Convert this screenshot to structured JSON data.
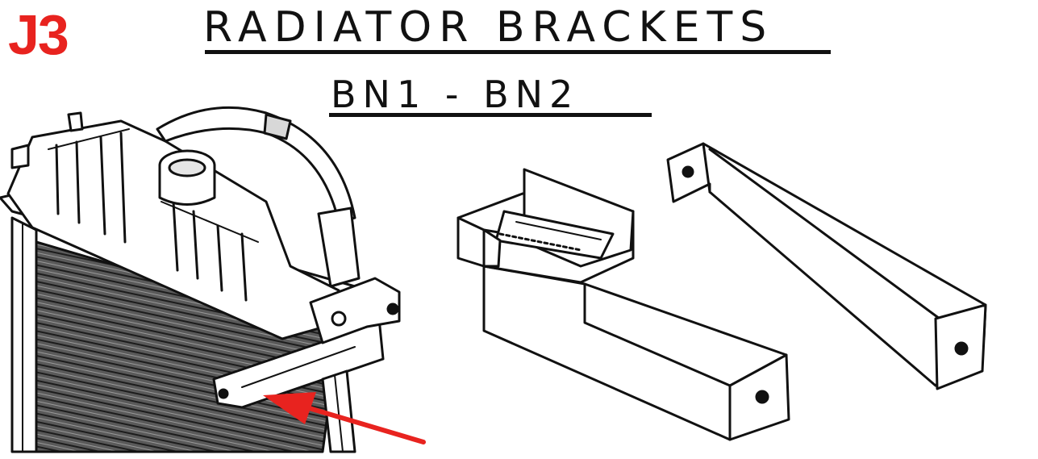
{
  "header": {
    "code": "J3",
    "title": "RADIATOR  BRACKETS",
    "subtitle": "BN1 - BN2"
  },
  "colors": {
    "code": "#e8231f",
    "arrow": "#e8231f",
    "ink": "#111111"
  },
  "illustrations": {
    "left": "radiator-with-bracket",
    "right": "pair-of-radiator-brackets"
  }
}
